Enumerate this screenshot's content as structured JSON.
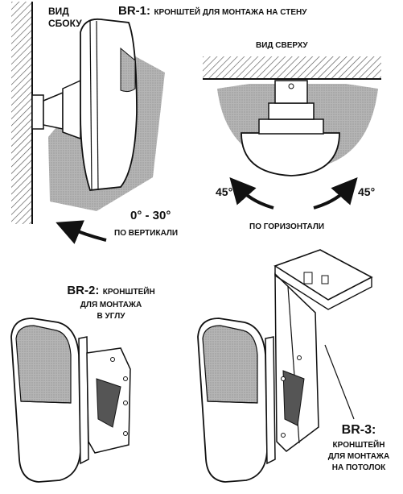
{
  "br1": {
    "id": "BR-1:",
    "title": "КРОНШТЕЙ ДЛЯ МОНТАЖА НА СТЕНУ",
    "side_view_label_line1": "ВИД",
    "side_view_label_line2": "СБОКУ",
    "top_view_label": "ВИД СВЕРХУ",
    "vertical_range": "0° - 30°",
    "vertical_label": "ПО ВЕРТИКАЛИ",
    "left_angle": "45°",
    "right_angle": "45°",
    "horizontal_label": "ПО ГОРИЗОНТАЛИ"
  },
  "br2": {
    "id": "BR-2:",
    "title_line1": "КРОНШТЕЙН",
    "title_line2": "ДЛЯ МОНТАЖА",
    "title_line3": "В УГЛУ"
  },
  "br3": {
    "id": "BR-3:",
    "title_line1": "КРОНШТЕЙН",
    "title_line2": "ДЛЯ МОНТАЖА",
    "title_line3": "НА ПОТОЛОК"
  },
  "colors": {
    "line": "#1a1a1a",
    "hatch_fill": "#a8a8a8",
    "wall_hatch": "#555555",
    "background": "#ffffff"
  }
}
